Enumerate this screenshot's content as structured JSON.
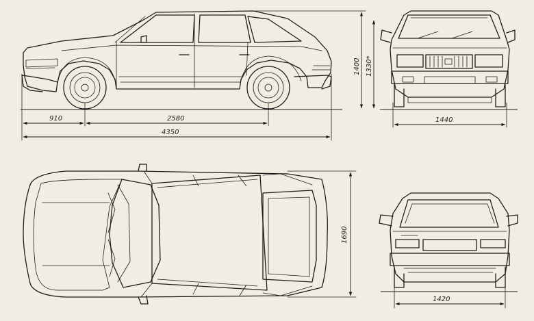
{
  "dimensions": {
    "front_overhang": "910",
    "wheelbase": "2580",
    "overall_length": "4350",
    "overall_height": "1400",
    "loaded_height": "1330*",
    "front_track": "1440",
    "overall_width": "1690",
    "rear_track": "1420"
  },
  "colors": {
    "paper": "#f1ede3",
    "ink": "#1c1c1c"
  }
}
